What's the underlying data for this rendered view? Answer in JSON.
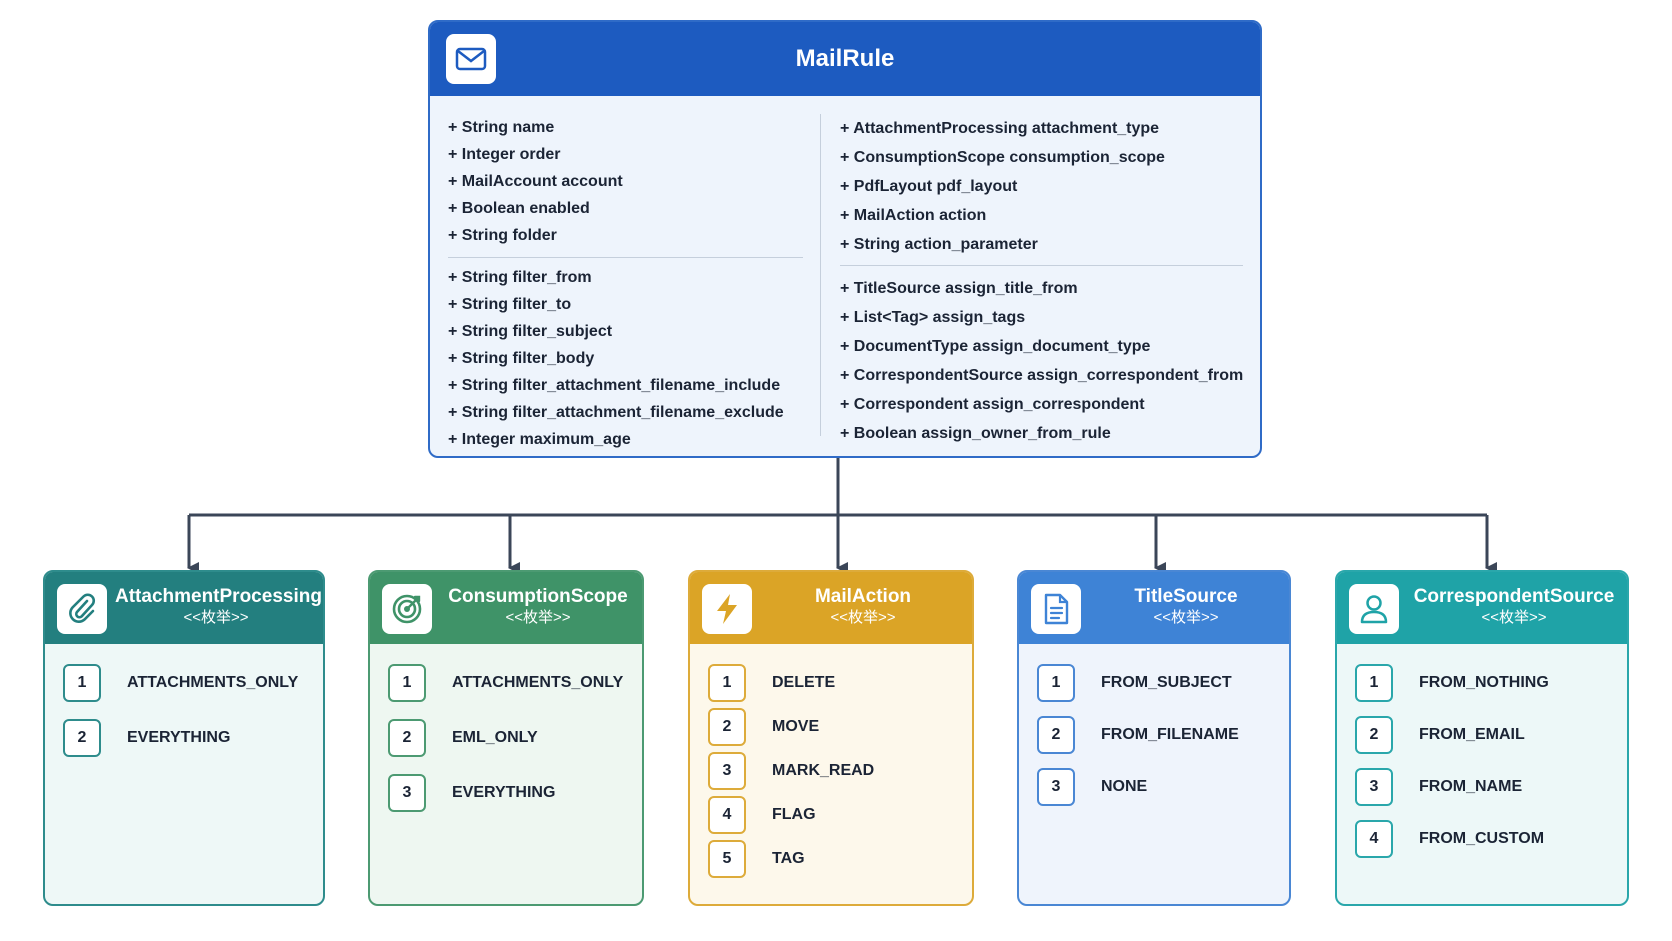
{
  "main_class": {
    "title": "MailRule",
    "icon": "mail-icon",
    "left_group_1": [
      "String name",
      "Integer order",
      "MailAccount account",
      "Boolean enabled",
      "String folder"
    ],
    "left_group_2": [
      "String filter_from",
      "String filter_to",
      "String filter_subject",
      "String filter_body",
      "String filter_attachment_filename_include",
      "String filter_attachment_filename_exclude",
      "Integer maximum_age"
    ],
    "right_group_1": [
      "AttachmentProcessing attachment_type",
      "ConsumptionScope consumption_scope",
      "PdfLayout pdf_layout",
      "MailAction action",
      "String action_parameter"
    ],
    "right_group_2": [
      "TitleSource assign_title_from",
      "List<Tag> assign_tags",
      "DocumentType assign_document_type",
      "CorrespondentSource assign_correspondent_from",
      "Correspondent assign_correspondent",
      "Boolean assign_owner_from_rule"
    ]
  },
  "enums": [
    {
      "title": "AttachmentProcessing",
      "stereotype": "<<枚举>>",
      "icon": "paperclip-icon",
      "header_color": "#237f7f",
      "border_color": "#2e8c8c",
      "body_color": "#eef8f7",
      "items": [
        "ATTACHMENTS_ONLY",
        "EVERYTHING"
      ]
    },
    {
      "title": "ConsumptionScope",
      "stereotype": "<<枚举>>",
      "icon": "target-icon",
      "header_color": "#3f9368",
      "border_color": "#4c9a72",
      "body_color": "#eef7f1",
      "items": [
        "ATTACHMENTS_ONLY",
        "EML_ONLY",
        "EVERYTHING"
      ]
    },
    {
      "title": "MailAction",
      "stereotype": "<<枚举>>",
      "icon": "lightning-icon",
      "header_color": "#dba426",
      "border_color": "#ddab3a",
      "body_color": "#fdf8eb",
      "items": [
        "DELETE",
        "MOVE",
        "MARK_READ",
        "FLAG",
        "TAG"
      ]
    },
    {
      "title": "TitleSource",
      "stereotype": "<<枚举>>",
      "icon": "document-icon",
      "header_color": "#3e83d6",
      "border_color": "#4a87d4",
      "body_color": "#eff4fc",
      "items": [
        "FROM_SUBJECT",
        "FROM_FILENAME",
        "NONE"
      ]
    },
    {
      "title": "CorrespondentSource",
      "stereotype": "<<枚举>>",
      "icon": "person-icon",
      "header_color": "#1fa3a7",
      "border_color": "#2aa7ab",
      "body_color": "#edf8f8",
      "items": [
        "FROM_NOTHING",
        "FROM_EMAIL",
        "FROM_NAME",
        "FROM_CUSTOM"
      ]
    }
  ]
}
